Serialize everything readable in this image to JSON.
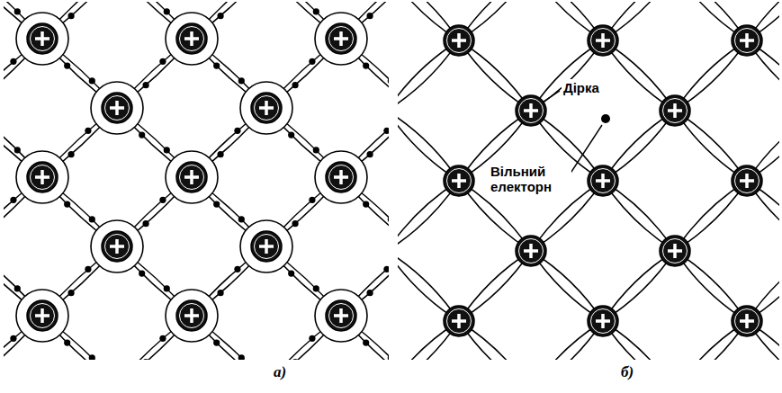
{
  "diagram": {
    "labels": [
      "Дірка",
      "Вільний електорн",
      "а)",
      "б)"
    ]
  }
}
